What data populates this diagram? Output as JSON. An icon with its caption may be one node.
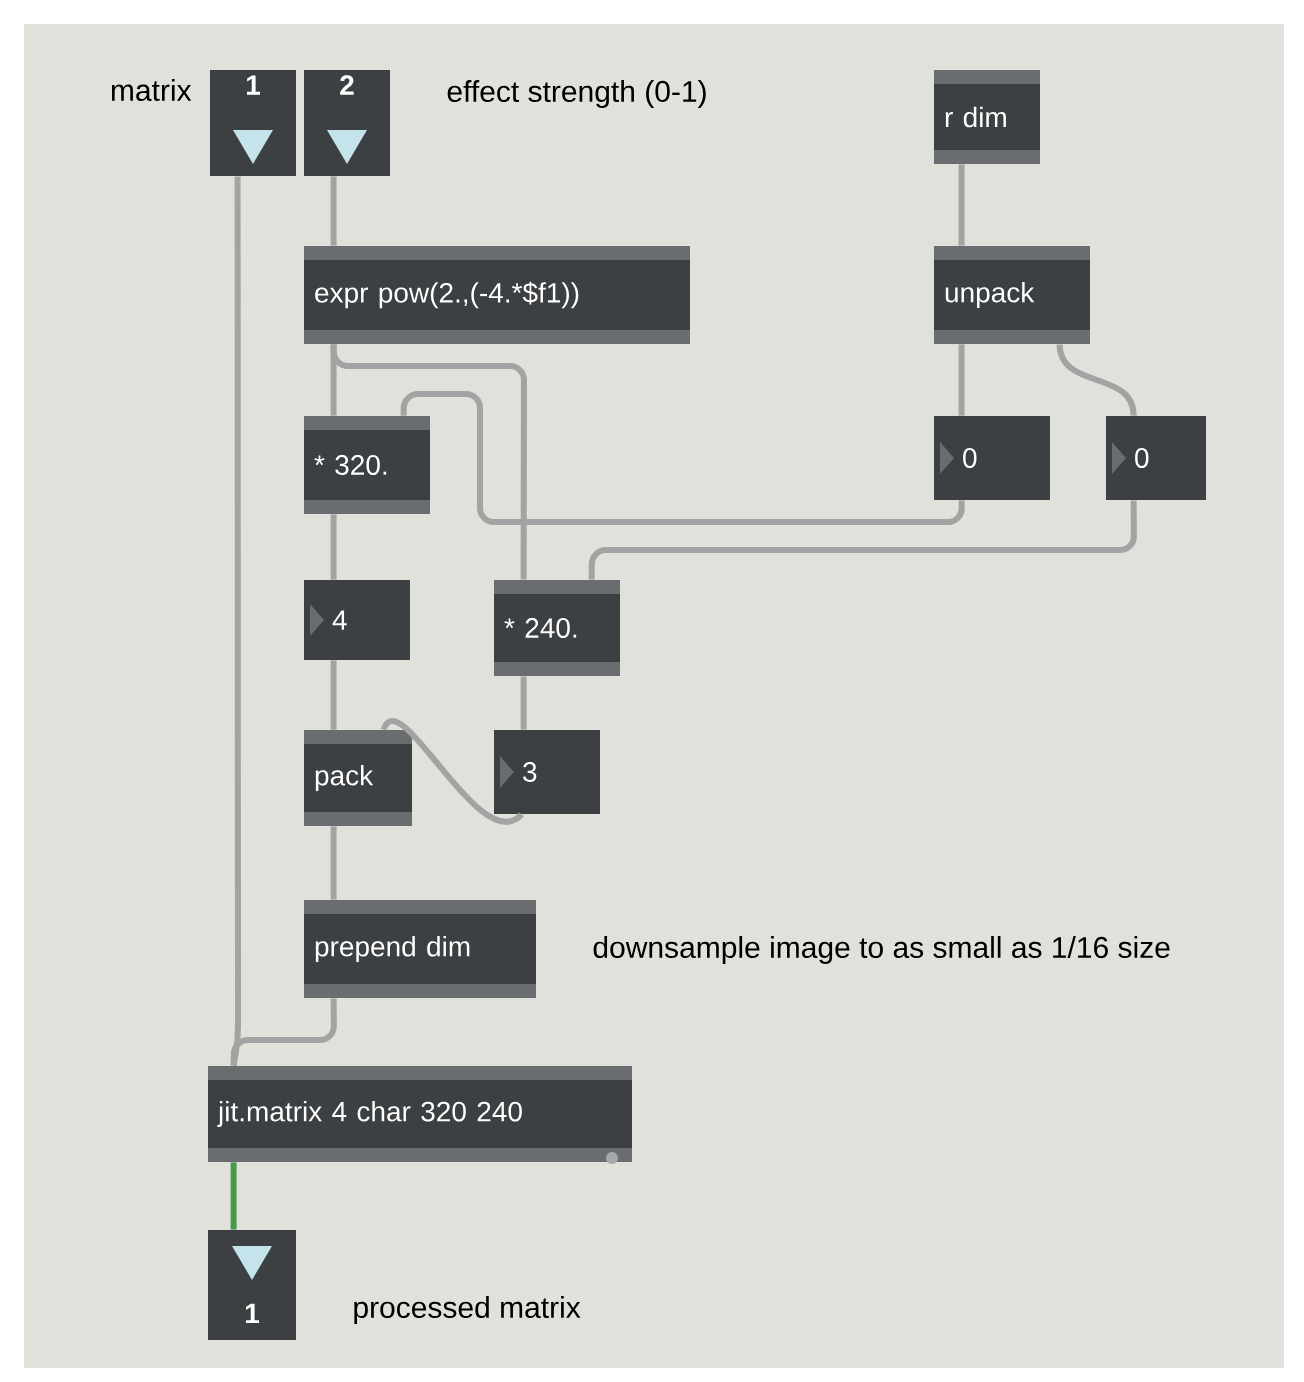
{
  "diagram": {
    "nodes": [
      {
        "text": [
          "1"
        ],
        "beside": [
          "matrix"
        ]
      },
      {
        "text": [
          "2"
        ],
        "beside": [
          "effect strength (0-1)"
        ]
      },
      {
        "text": [
          "r dim"
        ]
      },
      {
        "text": [
          "expr pow(2.,(-4.*$f1))"
        ]
      },
      {
        "text": [
          "unpack"
        ]
      },
      {
        "text": [
          "* 320."
        ]
      },
      {
        "text": [
          "0"
        ]
      },
      {
        "text": [
          "0"
        ]
      },
      {
        "text": [
          "4"
        ]
      },
      {
        "text": [
          "* 240."
        ]
      },
      {
        "text": [
          "pack"
        ]
      },
      {
        "text": [
          "3"
        ]
      },
      {
        "text": [
          "prepend dim"
        ]
      },
      {
        "text": [
          "jit.matrix 4 char 320 240"
        ]
      },
      {
        "text": [
          "1"
        ],
        "beside": [
          "processed matrix"
        ]
      }
    ],
    "edges": [
      {
        "from": 0,
        "to": 13,
        "arrow": "none"
      },
      {
        "from": 1,
        "to": 3,
        "arrow": "none"
      },
      {
        "from": 2,
        "to": 4,
        "arrow": "none"
      },
      {
        "from": 3,
        "to": 5,
        "arrow": "none"
      },
      {
        "from": 3,
        "to": 9,
        "arrow": "none"
      },
      {
        "from": 4,
        "to": 6,
        "arrow": "none"
      },
      {
        "from": 4,
        "to": 7,
        "arrow": "none"
      },
      {
        "from": 6,
        "to": 5,
        "arrow": "none"
      },
      {
        "from": 7,
        "to": 9,
        "arrow": "none"
      },
      {
        "from": 5,
        "to": 8,
        "arrow": "none"
      },
      {
        "from": 9,
        "to": 11,
        "arrow": "none"
      },
      {
        "from": 8,
        "to": 10,
        "arrow": "none"
      },
      {
        "from": 11,
        "to": 10,
        "arrow": "none"
      },
      {
        "from": 10,
        "to": 12,
        "arrow": "none"
      },
      {
        "from": 12,
        "to": 13,
        "arrow": "none"
      },
      {
        "from": 13,
        "to": 14,
        "arrow": "none",
        "color": "#4a9a4a"
      }
    ],
    "labels": [
      "downsample image to as small as 1/16 size"
    ]
  }
}
